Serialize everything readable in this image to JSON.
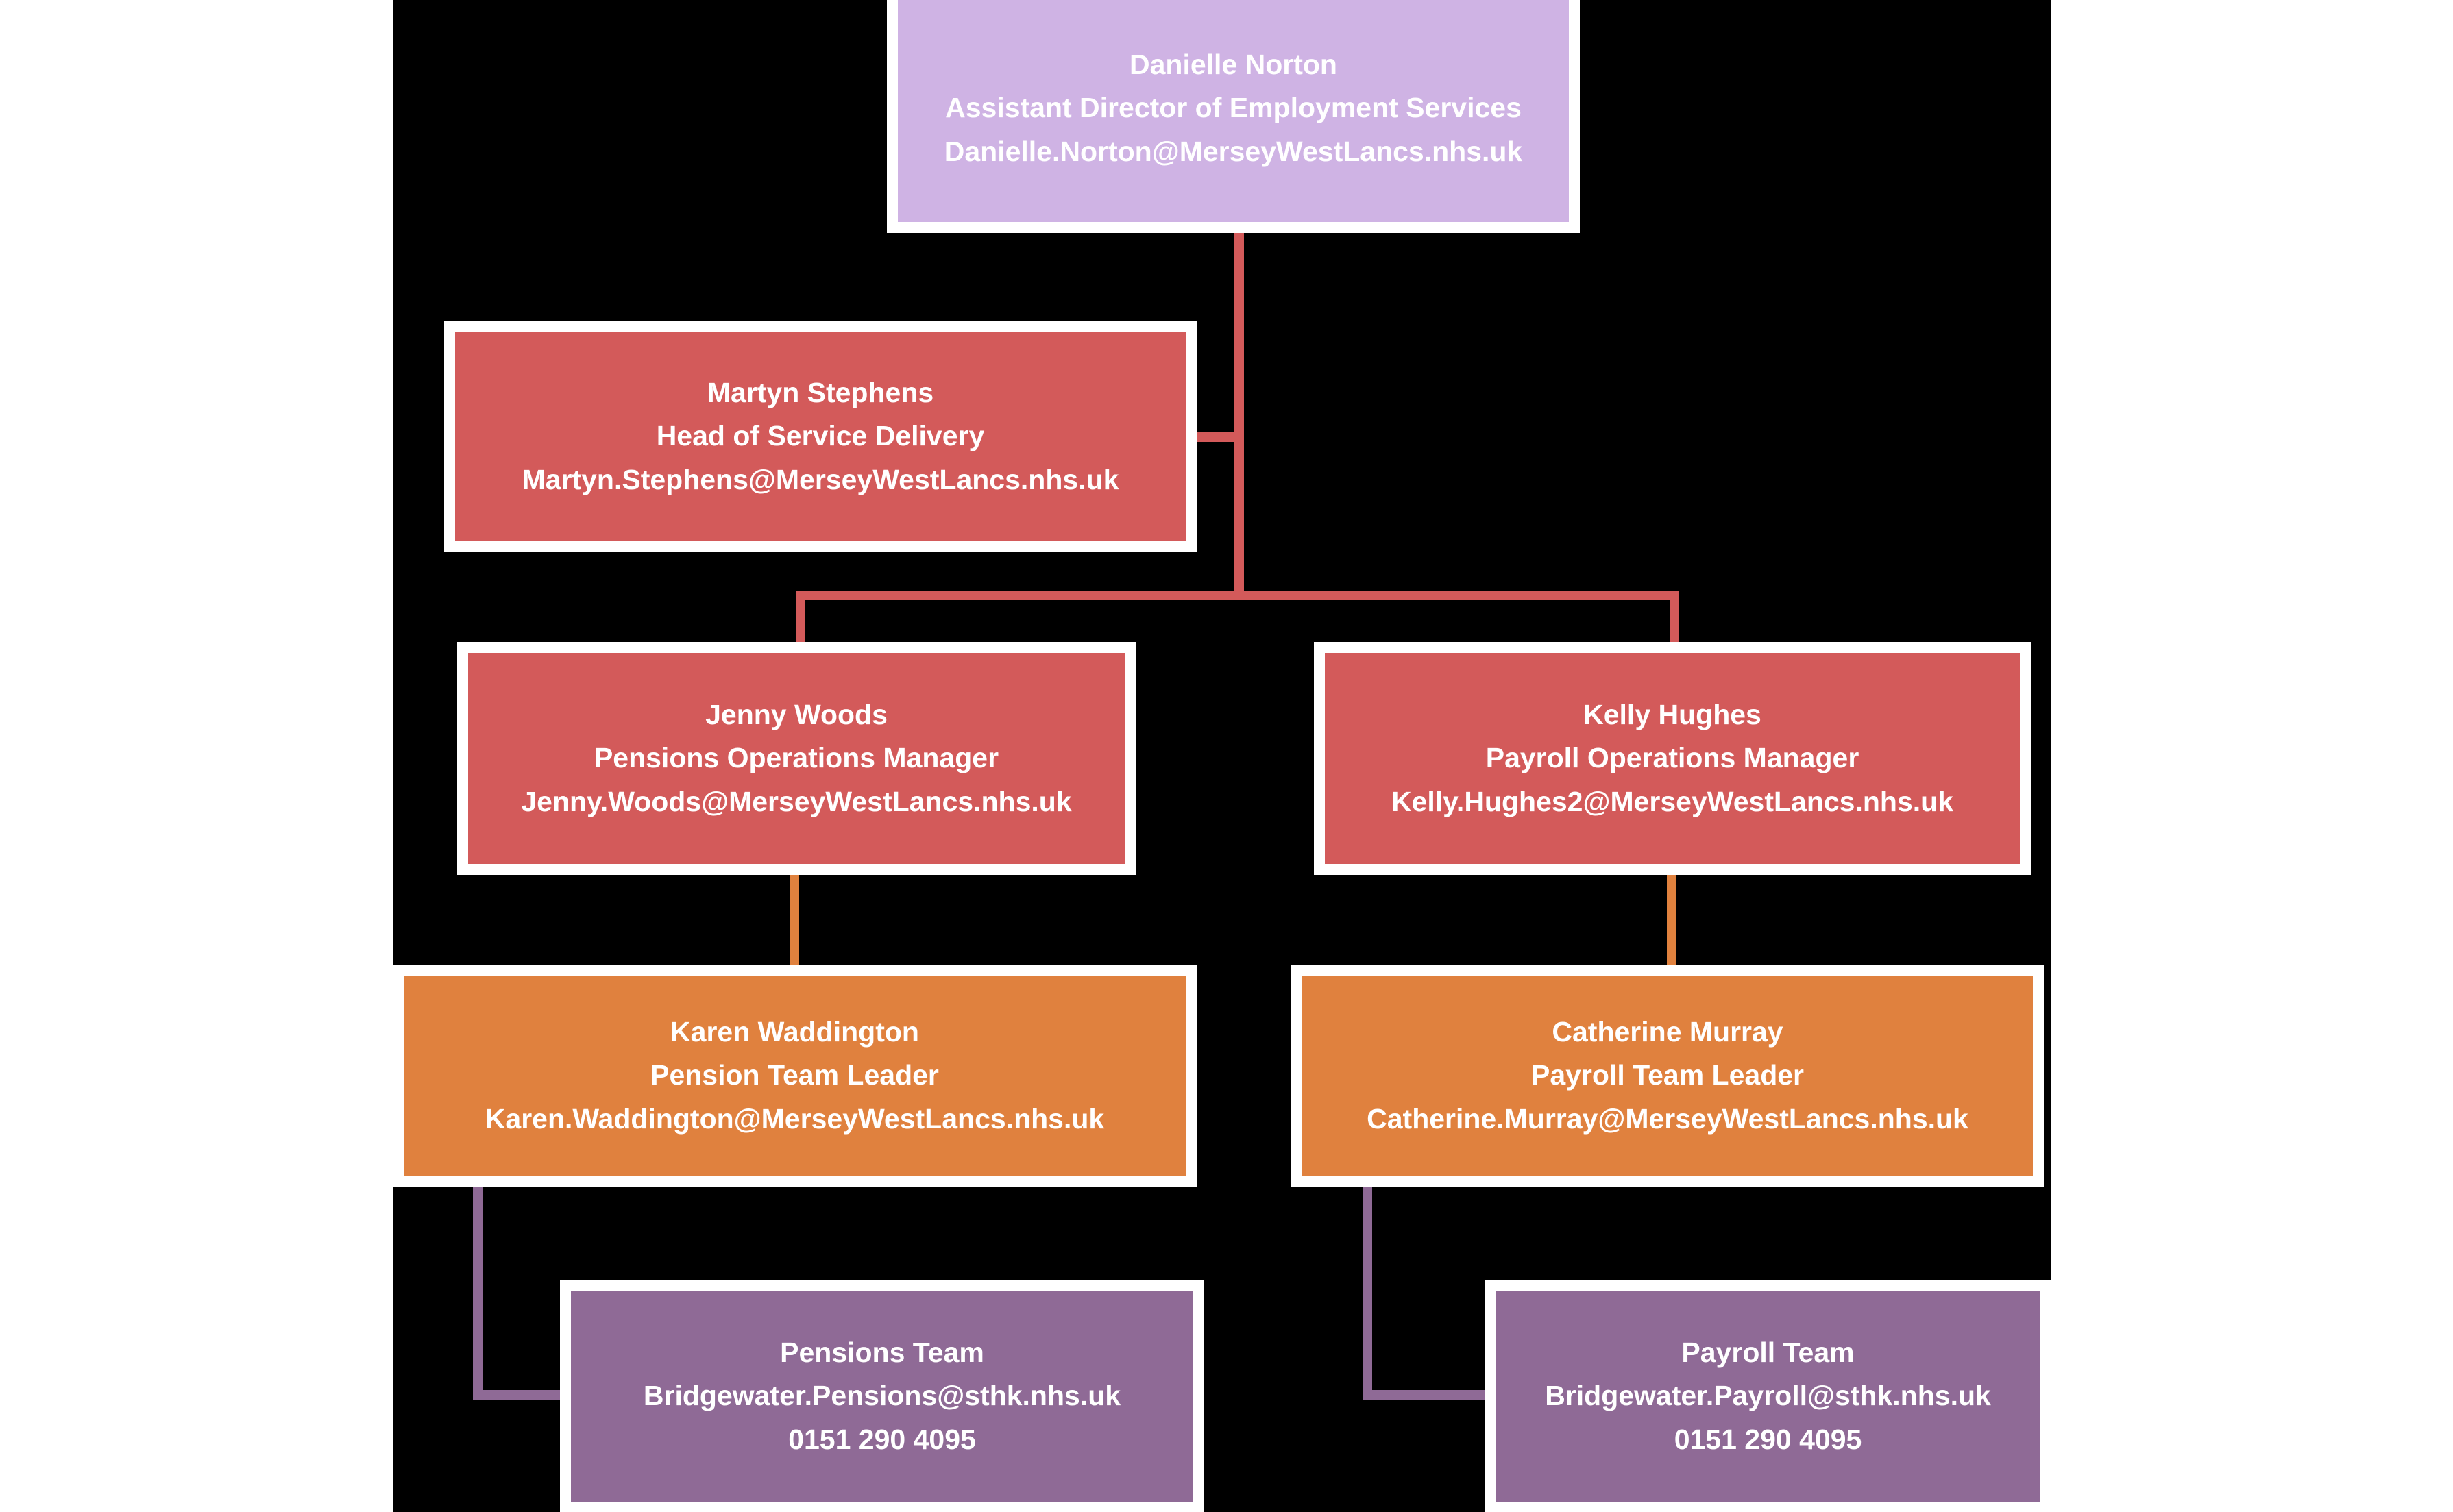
{
  "chart": {
    "kind": "organisation-chart",
    "background_color": "#000000",
    "page_color": "#ffffff",
    "border_color": "#ffffff"
  },
  "colors": {
    "lavender": "#CFB3E4",
    "red": "#D35A5A",
    "orange": "#E0813E",
    "purple": "#8F6A96",
    "text": "#FFFFFF"
  },
  "nodes": {
    "director": {
      "name": "Danielle Norton",
      "title": "Assistant Director of Employment Services",
      "email": "Danielle.Norton@MerseyWestLancs.nhs.uk",
      "color": "#CFB3E4"
    },
    "head_of_service": {
      "name": "Martyn Stephens",
      "title": "Head of Service Delivery",
      "email": "Martyn.Stephens@MerseyWestLancs.nhs.uk",
      "color": "#D35A5A"
    },
    "pensions_manager": {
      "name": "Jenny Woods",
      "title": "Pensions Operations Manager",
      "email": "Jenny.Woods@MerseyWestLancs.nhs.uk",
      "color": "#D35A5A"
    },
    "payroll_manager": {
      "name": "Kelly Hughes",
      "title": "Payroll Operations Manager",
      "email": "Kelly.Hughes2@MerseyWestLancs.nhs.uk",
      "color": "#D35A5A"
    },
    "pension_team_leader": {
      "name": "Karen Waddington",
      "title": "Pension Team Leader",
      "email": "Karen.Waddington@MerseyWestLancs.nhs.uk",
      "color": "#E0813E"
    },
    "payroll_team_leader": {
      "name": "Catherine Murray",
      "title": "Payroll Team Leader",
      "email": "Catherine.Murray@MerseyWestLancs.nhs.uk",
      "color": "#E0813E"
    },
    "pensions_team": {
      "name": "Pensions Team",
      "email": "Bridgewater.Pensions@sthk.nhs.uk",
      "phone": "0151 290 4095",
      "color": "#8F6A96"
    },
    "payroll_team": {
      "name": "Payroll Team",
      "email": "Bridgewater.Payroll@sthk.nhs.uk",
      "phone": "0151 290 4095",
      "color": "#8F6A96"
    }
  }
}
